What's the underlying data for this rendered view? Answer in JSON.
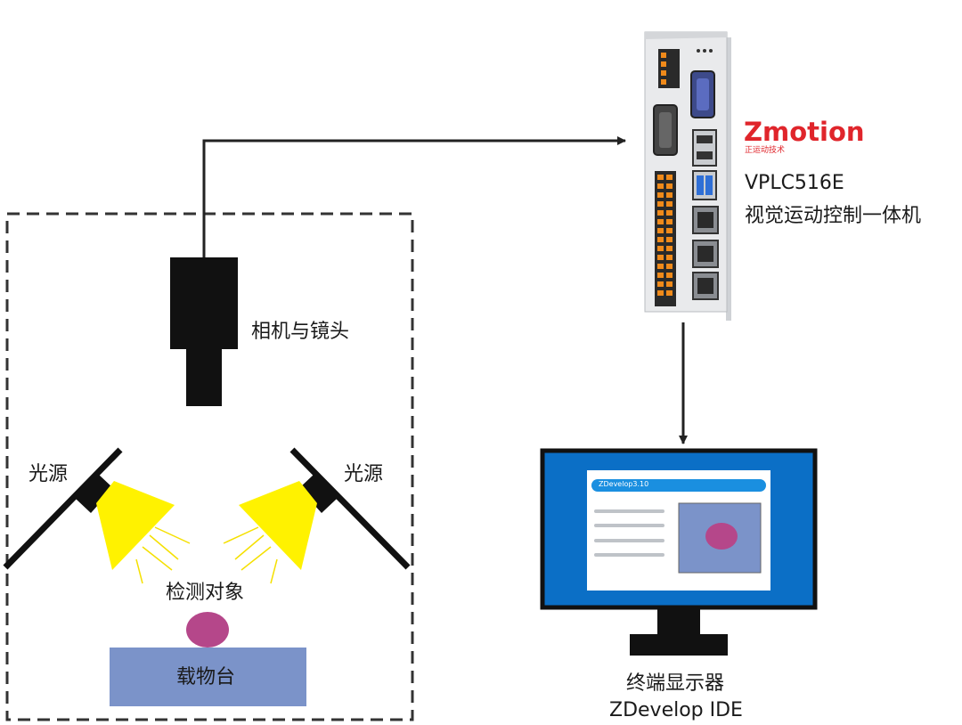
{
  "camera_label": "相机与镜头",
  "light_left_label": "光源",
  "light_right_label": "光源",
  "object_label": "检测对象",
  "stage_label": "载物台",
  "controller": {
    "brand": "Zmotion",
    "brand_sub": "正运动技术",
    "model": "VPLC516E",
    "description": "视觉运动控制一体机"
  },
  "terminal": {
    "label": "终端显示器",
    "software": "ZDevelop IDE",
    "window_title": "ZDevelop3.10"
  },
  "colors": {
    "light_beam": "#fff200",
    "object": "#b5478a",
    "stage": "#7b93c9",
    "monitor_frame": "#0b6fc6",
    "title_bar": "#1a8fe0",
    "brand": "#e0252b"
  }
}
